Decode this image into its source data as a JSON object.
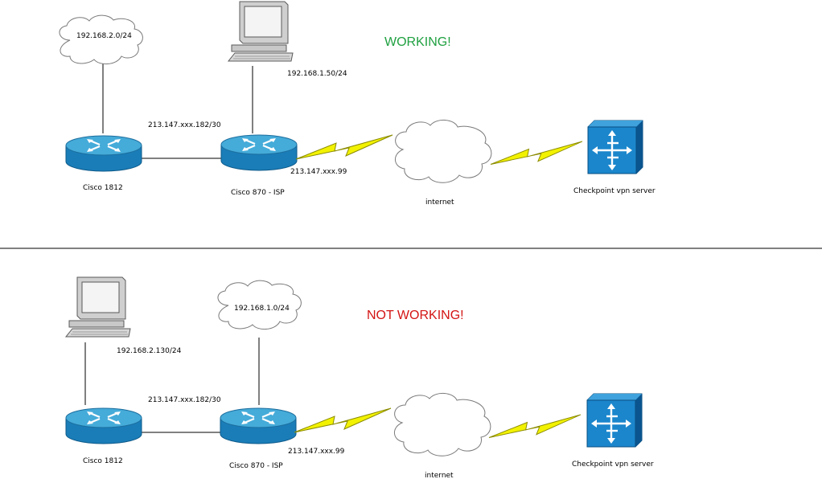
{
  "colors": {
    "working": "#1fa040",
    "not_working": "#d41414",
    "router_top": "#3ea3d3",
    "router_body": "#1779b3",
    "vpn_fill": "#1176c0",
    "lightning": "#f2f200"
  },
  "scenarios": [
    {
      "status": "WORKING!",
      "status_color": "working",
      "lan_cloud_label": "192.168.2.0/24",
      "host_label": "192.168.1.50/24",
      "link_label": "213.147.xxx.182/30",
      "isp_ip_label": "213.147.xxx.99",
      "router_a_label": "Cisco 1812",
      "router_b_label": "Cisco 870 - ISP",
      "internet_label": "internet",
      "vpn_label": "Checkpoint vpn server"
    },
    {
      "status": "NOT WORKING!",
      "status_color": "not_working",
      "lan_cloud_label": "192.168.1.0/24",
      "host_label": "192.168.2.130/24",
      "link_label": "213.147.xxx.182/30",
      "isp_ip_label": "213.147.xxx.99",
      "router_a_label": "Cisco 1812",
      "router_b_label": "Cisco 870 - ISP",
      "internet_label": "internet",
      "vpn_label": "Checkpoint vpn server"
    }
  ]
}
